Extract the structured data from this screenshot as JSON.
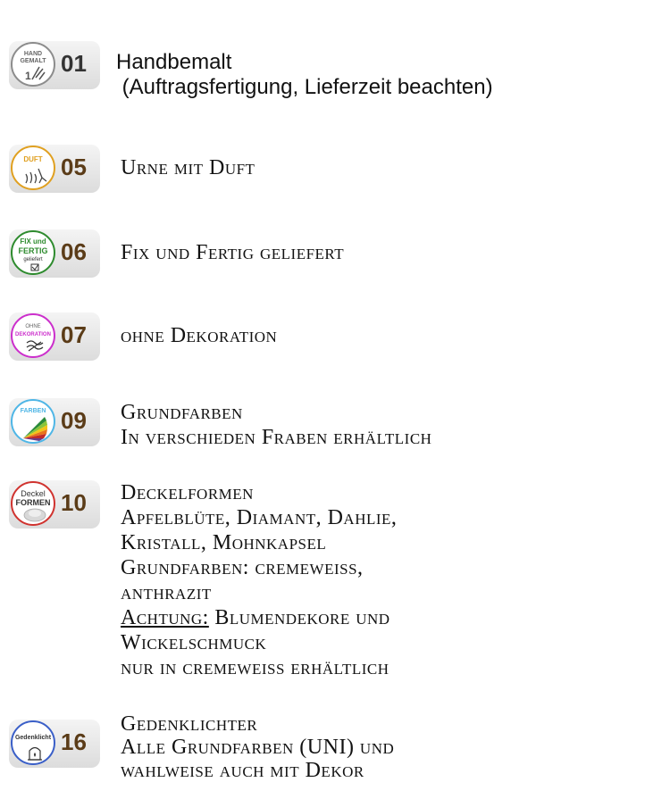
{
  "items": [
    {
      "number": "01",
      "icon_name": "hand-painted-icon",
      "icon_lines": [
        "HAND",
        "GEMALT"
      ],
      "color": "#8c8c8c",
      "lines": [
        "Handbemalt",
        " (Auftragsfertigung, Lieferzeit beachten)"
      ]
    },
    {
      "number": "05",
      "icon_name": "scent-icon",
      "icon_lines": [
        "DUFT"
      ],
      "color": "#e0a020",
      "lines": [
        "Urne mit Duft"
      ]
    },
    {
      "number": "06",
      "icon_name": "ready-made-icon",
      "icon_lines": [
        "FIX und",
        "FERTIG",
        "geliefert"
      ],
      "color": "#2e8b2e",
      "lines": [
        "Fix und Fertig geliefert"
      ]
    },
    {
      "number": "07",
      "icon_name": "no-decoration-icon",
      "icon_lines": [
        "OHNE",
        "DEKORATION"
      ],
      "color": "#cc2fcc",
      "lines": [
        "ohne Dekoration"
      ]
    },
    {
      "number": "09",
      "icon_name": "color-palette-icon",
      "icon_lines": [
        "FARBEN"
      ],
      "color": "#4fb6e6",
      "lines": [
        "Grundfarben",
        "In verschieden Fraben erhältlich"
      ]
    },
    {
      "number": "10",
      "icon_name": "lid-shapes-icon",
      "icon_lines": [
        "Deckel",
        "FORMEN"
      ],
      "color": "#d0332f",
      "lines": [
        "Deckelformen",
        "Apfelblüte, Diamant, Dahlie,",
        "Kristall, Mohnkapsel",
        "Grundfarben: cremeweiss,",
        "anthrazit",
        "Achtung:| Blumendekore und",
        "Wickelschmuck",
        "nur in cremeweiss erhältlich"
      ],
      "underline_prefix": "Achtung:",
      "underline_rest": " Blumendekore und"
    },
    {
      "number": "16",
      "icon_name": "memorial-candle-icon",
      "icon_lines": [
        "Gedenklicht"
      ],
      "color": "#3a5fc8",
      "lines": [
        "Gedenklichter",
        "Alle Grundfarben (UNI) und",
        "wahlweise auch mit Dekor"
      ]
    }
  ]
}
